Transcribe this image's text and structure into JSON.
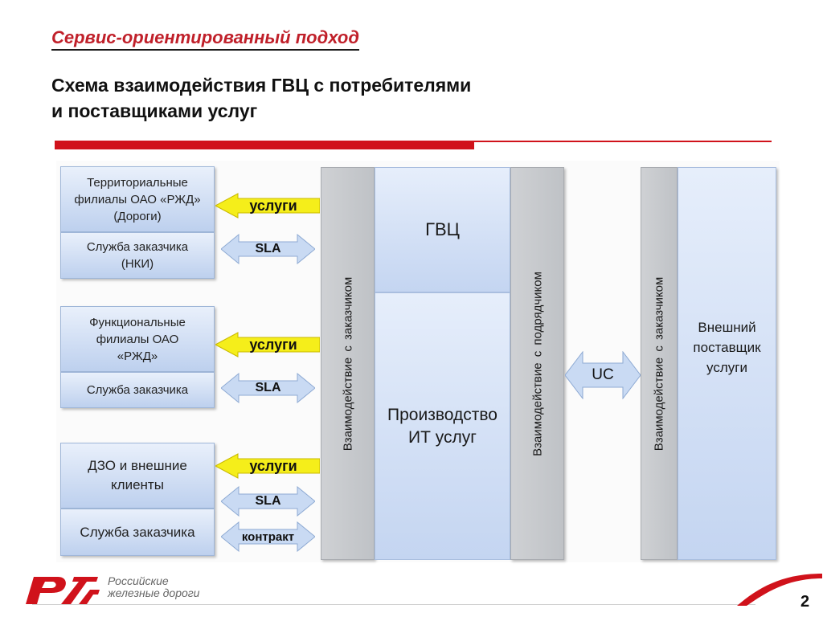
{
  "slide": {
    "subtitle": "Сервис-ориентированный подход",
    "title_line1": "Схема взаимодействия ГВЦ с потребителями",
    "title_line2": "и поставщиками услуг",
    "page_number": "2"
  },
  "consumers": [
    {
      "top": "Территориальные филиалы ОАО «РЖД» (Дороги)",
      "bottom": "Служба заказчика (НКИ)"
    },
    {
      "top": "Функциональные филиалы ОАО «РЖД»",
      "bottom": "Служба заказчика"
    },
    {
      "top": "ДЗО и внешние клиенты",
      "bottom": "Служба заказчика"
    }
  ],
  "arrows": {
    "services_label": "услуги",
    "sla_label": "SLA",
    "contract_label": "контракт",
    "uc_label": "UC"
  },
  "center": {
    "left_band": "Взаимодействие с заказчиком",
    "gvc": "ГВЦ",
    "production": "Производство ИТ услуг",
    "right_band": "Взаимодействие с подрядчиком"
  },
  "supplier": {
    "band": "Взаимодействие с заказчиком",
    "label": "Внешний поставщик услуги"
  },
  "logo": {
    "line1": "Российские",
    "line2": "железные дороги"
  },
  "colors": {
    "accent_red": "#d0121b",
    "services_arrow": "#f5ee1a",
    "sla_arrow": "#c9daf3",
    "box_blue": "#c4d5f1",
    "band_grey": "#c6c8cb"
  }
}
